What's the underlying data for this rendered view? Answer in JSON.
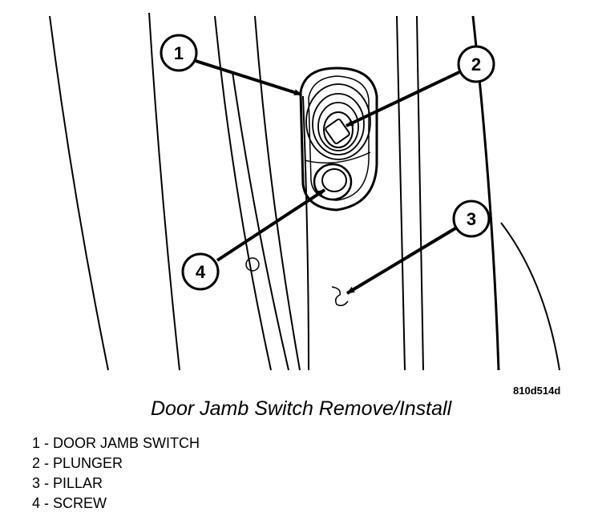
{
  "figure": {
    "code": "810d514d",
    "caption": "Door Jamb Switch Remove/Install",
    "callouts": [
      "1",
      "2",
      "3",
      "4"
    ]
  },
  "legend": [
    {
      "num": "1",
      "label": "1 - DOOR JAMB SWITCH"
    },
    {
      "num": "2",
      "label": "2 - PLUNGER"
    },
    {
      "num": "3",
      "label": "3 - PILLAR"
    },
    {
      "num": "4",
      "label": "4 - SCREW"
    }
  ]
}
